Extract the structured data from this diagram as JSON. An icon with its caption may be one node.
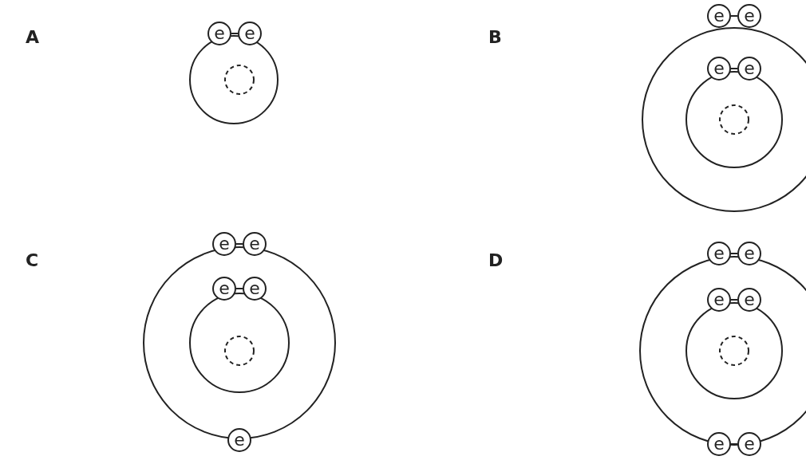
{
  "diagram": {
    "nodes": [
      {
        "text": [
          "e"
        ]
      },
      {
        "text": [
          "e"
        ]
      },
      {
        "text": [
          "e"
        ]
      },
      {
        "text": [
          "e"
        ]
      },
      {
        "text": [
          "e"
        ]
      },
      {
        "text": [
          "e"
        ]
      },
      {
        "text": [
          "e"
        ]
      },
      {
        "text": [
          "e"
        ]
      },
      {
        "text": [
          "e"
        ]
      },
      {
        "text": [
          "e"
        ]
      },
      {
        "text": [
          "e"
        ]
      },
      {
        "text": [
          "e"
        ]
      },
      {
        "text": [
          "e"
        ]
      },
      {
        "text": [
          "e"
        ]
      },
      {
        "text": [
          "e"
        ]
      },
      {
        "text": [
          "e"
        ]
      },
      {
        "text": [
          "e"
        ]
      }
    ],
    "edges": [
      {
        "from": 0,
        "to": 1,
        "arrow": "none"
      },
      {
        "from": 2,
        "to": 3,
        "arrow": "none"
      },
      {
        "from": 4,
        "to": 5,
        "arrow": "none"
      },
      {
        "from": 6,
        "to": 7,
        "arrow": "none"
      },
      {
        "from": 8,
        "to": 9,
        "arrow": "none"
      },
      {
        "from": 11,
        "to": 12,
        "arrow": "none"
      },
      {
        "from": 13,
        "to": 14,
        "arrow": "none"
      },
      {
        "from": 15,
        "to": 16,
        "arrow": "none"
      }
    ],
    "labels": [
      "A",
      "B",
      "C",
      "D"
    ]
  }
}
